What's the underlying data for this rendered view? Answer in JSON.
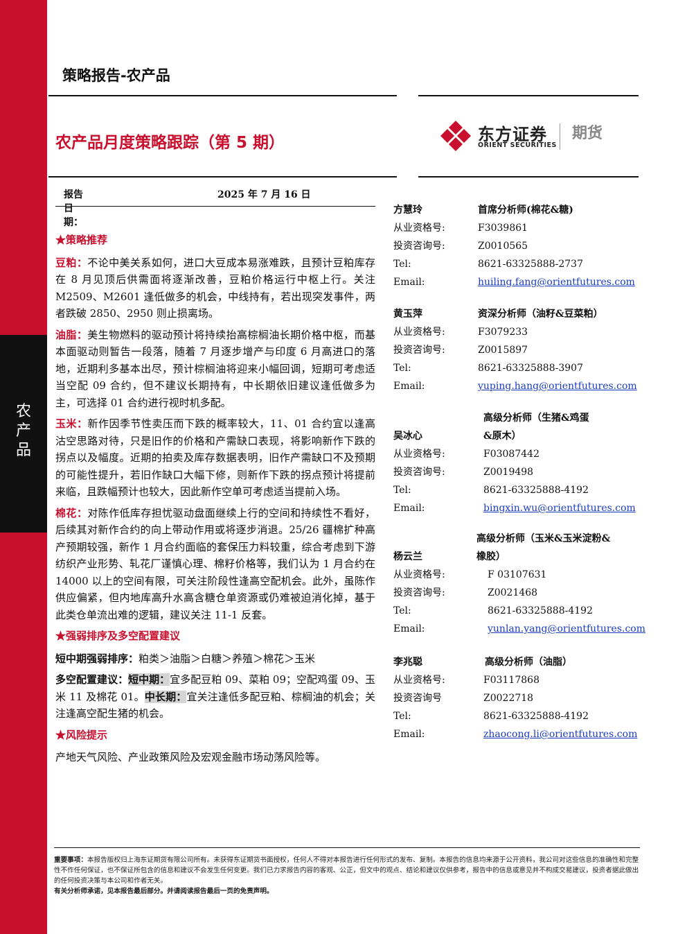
{
  "side": {
    "label_chars": [
      "农",
      "产",
      "品"
    ]
  },
  "header": {
    "report_type": "策略报告-农产品",
    "title": "农产品月度策略跟踪（第 5 期）",
    "logo": {
      "name_cn": "东方证券",
      "name_en": "ORIENT SECURITIES",
      "division": "期货",
      "icon": "diamond-x-logo-icon",
      "color": "#c8102e"
    }
  },
  "report_date": {
    "label": "报告日期：",
    "value": "2025 年 7 月 16 日"
  },
  "strategy": {
    "heading": "★策略推荐",
    "items": [
      {
        "label": "豆粕：",
        "text": "不论中美关系如何，进口大豆成本易涨难跌，且预计豆粕库存在 8 月见顶后供需面将逐渐改善，豆粕价格运行中枢上行。关注 M2509、M2601 逢低做多的机会，中线持有，若出现突发事件，两者跌破 2850、2950 则止损离场。"
      },
      {
        "label": "油脂：",
        "text": "美生物燃料的驱动预计将持续抬高棕榈油长期价格中枢，而基本面驱动则暂告一段落，随着 7 月逐步增产与印度 6 月高进口的落地，近期利多基本出尽，预计棕榈油将迎来小幅回调，短期可考虑适当空配 09 合约，但不建议长期持有，中长期依旧建议逢低做多为主，可选择 01 合约进行视时机多配。"
      },
      {
        "label": "玉米：",
        "text": "新作因季节性卖压而下跌的概率较大，11、01 合约宜以逢高沽空思路对待，只是旧作的价格和产需缺口表现，将影响新作下跌的拐点以及幅度。近期的拍卖及库存数据表明，旧作产需缺口不及预期的可能性提升，若旧作缺口大幅下修，则新作下跌的拐点预计将提前来临，且跌幅预计也较大，因此新作空单可考虑适当提前入场。"
      },
      {
        "label": "棉花：",
        "text": "对陈作低库存担忧驱动盘面继续上行的空间和持续性不看好，后续其对新作合约的向上带动作用或将逐步消退。25/26 疆棉扩种高产预期较强，新作 1 月合约面临的套保压力料较重，综合考虑到下游纺织产业形势、轧花厂谨慎心理、棉籽价格等，我们认为 1 月合约在 14000 以上的空间有限，可关注阶段性逢高空配机会。此外，虽陈作供应偏紧，但内地库高升水高含糖仓单资源或仍难被迫消化掉，基于此类仓单流出难的逻辑，建议关注 11-1 反套。"
      }
    ]
  },
  "ranking": {
    "heading": "★强弱排序及多空配置建议",
    "short_label": "短中期强弱排序：",
    "short_text": "粕类＞油脂＞白糖＞养殖＞棉花＞玉米",
    "alloc_label": "多空配置建议：",
    "short_mid_tag": "短中期：",
    "short_mid_text": "宜多配豆粕 09、菜粕 09；空配鸡蛋 09、玉米 11 及棉花 01。",
    "long_tag": "中长期：",
    "long_text": "宜关注逢低多配豆粕、棕榈油的机会；关注逢高空配生猪的机会。"
  },
  "risk": {
    "heading": "★风险提示",
    "text": "产地天气风险、产业政策风险及宏观金融市场动荡风险等。"
  },
  "analysts": [
    {
      "name": "方慧玲",
      "title_lines": [
        "首席分析师(棉花&糖)"
      ],
      "qual_label": "从业资格号:",
      "qual": "F3039861",
      "consult_label": "投资咨询号:",
      "consult": "Z0010565",
      "tel_label": "Tel:",
      "tel": "8621-63325888-2737",
      "email_label": "Email:",
      "email": "huiling.fang@orientfutures.com"
    },
    {
      "name": "黄玉萍",
      "title_lines": [
        "资深分析师（油籽&豆菜粕）"
      ],
      "qual_label": "从业资格号:",
      "qual": "F3079233",
      "consult_label": "投资咨询号:",
      "consult": "Z0015897",
      "tel_label": "Tel:",
      "tel": "8621-63325888-3907",
      "email_label": "Email:",
      "email": "yuping.hang@orientfutures.com"
    },
    {
      "name": "吴冰心",
      "title_lines": [
        "高级分析师（生猪&鸡蛋",
        "&原木）"
      ],
      "qual_label": "从业资格号:",
      "qual": "F03087442",
      "consult_label": "投资咨询号:",
      "consult": "Z0019498",
      "tel_label": "Tel:",
      "tel": "8621-63325888-4192",
      "email_label": "Email:",
      "email": "bingxin.wu@orientfutures.com"
    },
    {
      "name": "杨云兰",
      "title_lines": [
        "高级分析师（玉米&玉米淀粉&",
        "橡胶）"
      ],
      "qual_label": "从业资格号:",
      "qual": "F 03107631",
      "consult_label": "投资咨询号:",
      "consult": "Z0021468",
      "tel_label": "Tel:",
      "tel": "8621-63325888-4192",
      "email_label": "Email:",
      "email": "yunlan.yang@orientfutures.com"
    },
    {
      "name": "李兆聪",
      "title_lines": [
        "高级分析师（油脂）"
      ],
      "qual_label": "从业资格号:",
      "qual": "F03117868",
      "consult_label": "投资咨询号",
      "consult": "Z0022718",
      "tel_label": "Tel:",
      "tel": "8621-63325888-4192",
      "email_label": "Email:",
      "email": "zhaocong.li@orientfutures.com"
    }
  ],
  "disclaimer": {
    "label": "重要事项：",
    "text": "本报告版权归上海东证期货有限公司所有。未获得东证期货书面授权，任何人不得对本报告进行任何形式的发布、复制。本报告的信息均来源于公开资料，我公司对这些信息的准确性和完整性不作任何保证，也不保证所包含的信息和建议不会发生任何变更。我们已力求报告内容的客观、公正，但文中的观点、结论和建议仅供参考，报告中的信息或意见并不构成交易建议，投资者据此做出的任何投资决策与本公司和作者无关。",
    "footer": "有关分析师承诺，见本报告最后部分。并请阅读报告最后一页的免责声明。"
  }
}
